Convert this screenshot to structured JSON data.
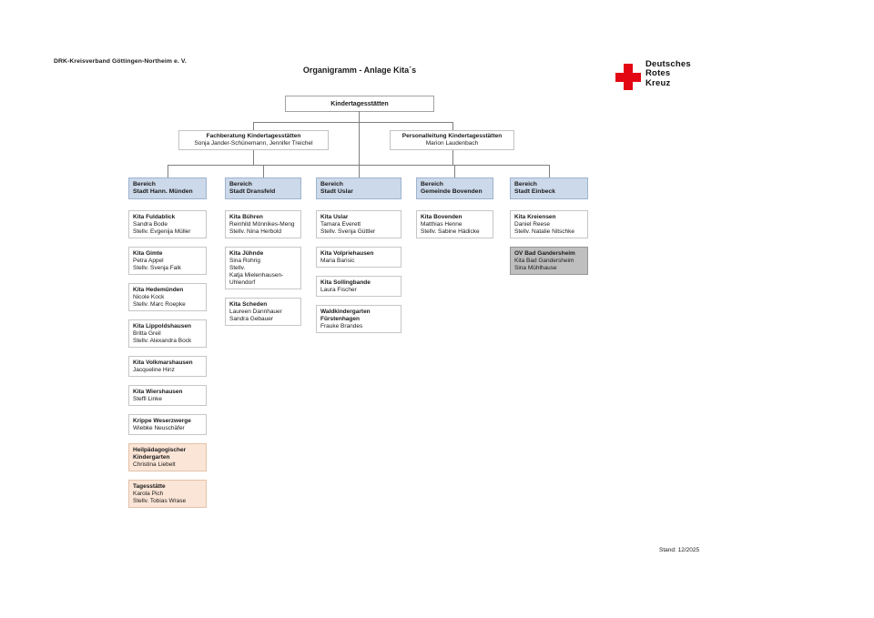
{
  "page": {
    "org_name": "DRK-Kreisverband Göttingen-Northeim e. V.",
    "title": "Organigramm - Anlage Kita´s",
    "stand": "Stand: 12/2025"
  },
  "logo": {
    "name": "Deutsches Rotes Kreuz",
    "lines": [
      "Deutsches",
      "Rotes",
      "Kreuz"
    ],
    "red": "#e30613"
  },
  "colors": {
    "bereich_fill": "#ccd9ea",
    "bereich_border": "#9db3cf",
    "peach_fill": "#fbe5d6",
    "gray_fill": "#bfbfbf",
    "line": "#7f7f7f"
  },
  "root": {
    "label": "Kindertagesstätten"
  },
  "staff": [
    {
      "title": "Fachberatung Kindertagesstätten",
      "names": "Sonja Jander-Schünemann, Jennifer Treichel"
    },
    {
      "title": "Personalleitung Kindertagesstätten",
      "names": "Marion Laudenbach"
    }
  ],
  "columns": [
    {
      "region_label": "Bereich",
      "region_name": "Stadt Hann. Münden",
      "kitas": [
        {
          "name": "Kita Fuldablick",
          "people": [
            "Sandra Bode",
            "Stellv. Evgenija Müller"
          ],
          "variant": ""
        },
        {
          "name": "Kita Gimte",
          "people": [
            "Petra Appel",
            "Stellv. Svenja Falk"
          ],
          "variant": ""
        },
        {
          "name": "Kita Hedemünden",
          "people": [
            "Nicole Kock",
            "Stellv. Marc Roepke"
          ],
          "variant": ""
        },
        {
          "name": "Kita Lippoldshausen",
          "people": [
            "Britta Greil",
            "Stellv. Alexandra Bock"
          ],
          "variant": ""
        },
        {
          "name": "Kita Volkmarshausen",
          "people": [
            "Jacqueline Hinz"
          ],
          "variant": ""
        },
        {
          "name": "Kita Wiershausen",
          "people": [
            "Steffi Linke"
          ],
          "variant": ""
        },
        {
          "name": "Krippe Weserzwerge",
          "people": [
            "Wiebke Neuschäfer"
          ],
          "variant": ""
        },
        {
          "name": "Heilpädagogischer Kindergarten",
          "people": [
            "Christina Liebelt"
          ],
          "variant": "peach"
        },
        {
          "name": "Tagesstätte",
          "people": [
            "Karola Pich",
            "Stellv. Tobias Wrase"
          ],
          "variant": "peach"
        }
      ]
    },
    {
      "region_label": "Bereich",
      "region_name": "Stadt Dransfeld",
      "kitas": [
        {
          "name": "Kita Bühren",
          "people": [
            "Reinhild Mönnikes-Meng",
            "Stellv. Nina Herbold"
          ],
          "variant": ""
        },
        {
          "name": "Kita Jühnde",
          "people": [
            "Sina Rohrig",
            "Stellv.",
            "Katja Mielenhausen-Uhlendorf"
          ],
          "variant": ""
        },
        {
          "name": "Kita Scheden",
          "people": [
            "Laureen Dannhauer",
            "Sandra Gebauer"
          ],
          "variant": ""
        }
      ]
    },
    {
      "region_label": "Bereich",
      "region_name": "Stadt Uslar",
      "kitas": [
        {
          "name": "Kita Uslar",
          "people": [
            "Tamara Everett",
            "Stellv. Svenja Güttler"
          ],
          "variant": ""
        },
        {
          "name": "Kita Volpriehausen",
          "people": [
            "Maria Barisic"
          ],
          "variant": ""
        },
        {
          "name": "Kita Sollingbande",
          "people": [
            "Laura Fischer"
          ],
          "variant": ""
        },
        {
          "name": "Waldkindergarten Fürstenhagen",
          "people": [
            "Frauke Brandes"
          ],
          "variant": ""
        }
      ]
    },
    {
      "region_label": "Bereich",
      "region_name": "Gemeinde Bovenden",
      "kitas": [
        {
          "name": "Kita Bovenden",
          "people": [
            "Matthias Henne",
            "Stellv. Sabine Hädicke"
          ],
          "variant": ""
        }
      ]
    },
    {
      "region_label": "Bereich",
      "region_name": "Stadt Einbeck",
      "kitas": [
        {
          "name": "Kita Kreiensen",
          "people": [
            "Daniel Reese",
            "Stellv. Natalie Nitschke"
          ],
          "variant": ""
        },
        {
          "name": "OV Bad Gandersheim",
          "people": [
            "Kita Bad Gandersheim",
            "Sina Mühlhause"
          ],
          "variant": "gray"
        }
      ]
    }
  ]
}
